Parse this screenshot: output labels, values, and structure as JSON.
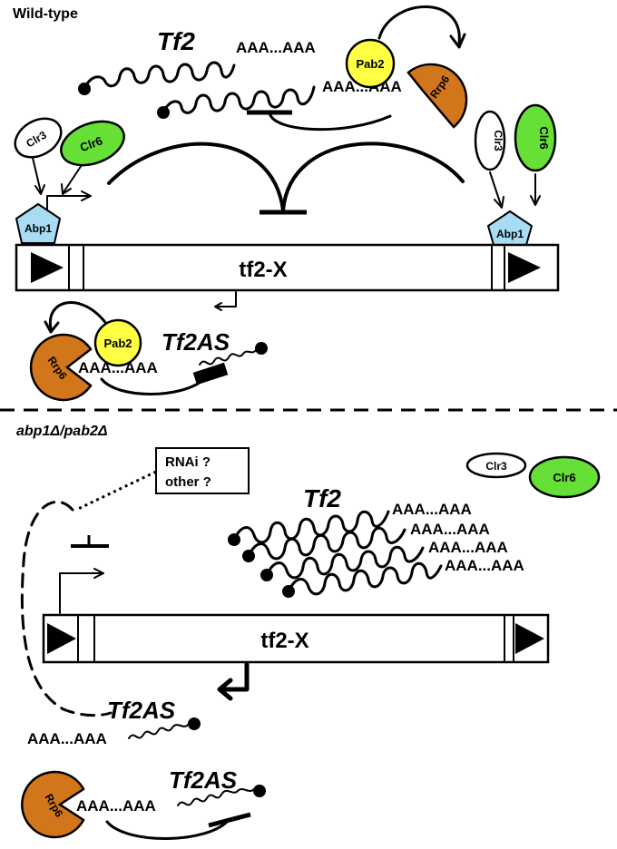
{
  "panels": {
    "wild_type": {
      "title": "Wild-type"
    },
    "mutant": {
      "title": "abp1Δ/pab2Δ"
    }
  },
  "labels": {
    "tf2": "Tf2",
    "tf2as": "Tf2AS",
    "polya": "AAA...AAA",
    "locus": "tf2-X",
    "pab2": "Pab2",
    "rrp6": "Rrp6",
    "clr3": "Clr3",
    "clr6": "Clr6",
    "abp1": "Abp1",
    "rnai_query_1": "RNAi ?",
    "rnai_query_2": "other ?"
  },
  "colors": {
    "pab2": "#ffff44",
    "rrp6": "#d2761c",
    "clr6": "#66e036",
    "abp1": "#a8dcf4",
    "clr3": "#ffffff",
    "line": "#000000"
  }
}
